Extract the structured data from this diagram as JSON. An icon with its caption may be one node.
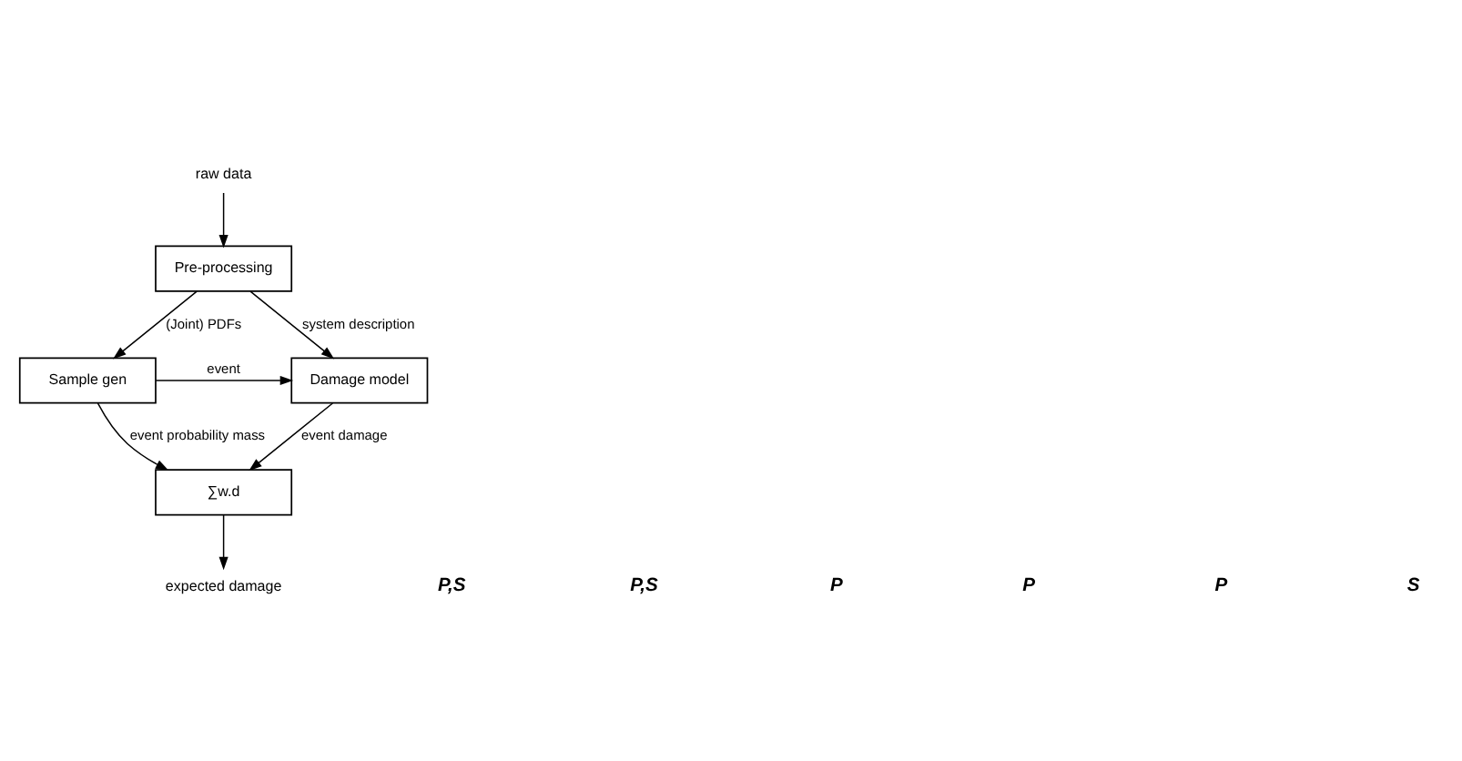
{
  "diagram": {
    "nodes": [
      {
        "text": [
          "raw data"
        ]
      },
      {
        "text": [
          "Pre-processing"
        ]
      },
      {
        "text": [
          "Sample gen"
        ]
      },
      {
        "text": [
          "Damage model"
        ]
      },
      {
        "text": [
          "∑w.d"
        ]
      },
      {
        "text": [
          "expected damage"
        ]
      }
    ],
    "edges": [
      {
        "from": 0,
        "to": 1,
        "arrow": "to"
      },
      {
        "from": 1,
        "to": 2,
        "arrow": "to",
        "label": "(Joint) PDFs"
      },
      {
        "from": 1,
        "to": 3,
        "arrow": "to",
        "label": "system description"
      },
      {
        "from": 2,
        "to": 3,
        "arrow": "to",
        "label": "event"
      },
      {
        "from": 3,
        "to": 4,
        "arrow": "to",
        "label": "event damage"
      },
      {
        "from": 2,
        "to": 4,
        "arrow": "to",
        "label": "event probability mass"
      },
      {
        "from": 4,
        "to": 5,
        "arrow": "to"
      }
    ],
    "labels": [
      "P,S",
      "P,S",
      "P",
      "P",
      "P",
      "S"
    ]
  }
}
